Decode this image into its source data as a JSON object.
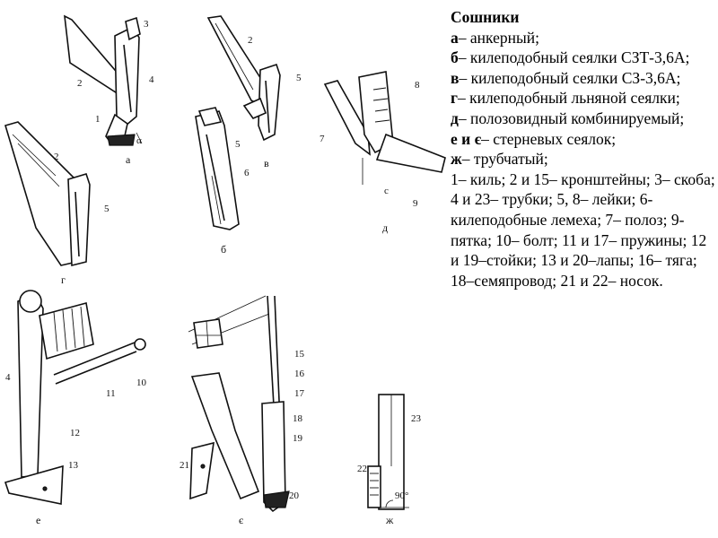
{
  "legend": {
    "title": "Сошники",
    "entries": [
      {
        "key": "а",
        "text": "– анкерный;"
      },
      {
        "key": "б",
        "text": "– килеподобный сеялки СЗТ-3,6А;"
      },
      {
        "key": "в",
        "text": "– килеподобный сеялки СЗ-3,6А;"
      },
      {
        "key": "г",
        "text": "– килеподобный льняной сеялки;"
      },
      {
        "key": "д",
        "text": "– полозовидный комбинируемый;"
      },
      {
        "key": "е и є",
        "text": "– стерневых сеялок;"
      },
      {
        "key": "ж",
        "text": "– трубчатый;"
      }
    ],
    "parts": "1– киль; 2 и 15– кронштейны; 3– скоба; 4 и 23– трубки; 5, 8– лейки; 6- килеподобные лемеха; 7– полоз; 9- пятка; 10– болт; 11 и 17– пружины; 12 и 19–стойки; 13 и 20–лапы; 16– тяга; 18–семяпровод; 21 и 22– носок."
  },
  "figure": {
    "captions": {
      "a": "а",
      "b": "б",
      "v": "в",
      "g": "г",
      "d": "д",
      "e": "е",
      "ye": "є",
      "zh": "ж"
    },
    "labels": {
      "n1": "1",
      "n2a": "2",
      "n3": "3",
      "n4a": "4",
      "alpha": "α",
      "n2v": "2",
      "n5v": "5",
      "n5b": "5",
      "n6": "6",
      "n2g": "2",
      "n5g": "5",
      "n8": "8",
      "n7": "7",
      "n9": "9",
      "c": "с",
      "n4e": "4",
      "n12": "12",
      "n13": "13",
      "n11": "11",
      "n10": "10",
      "n15": "15",
      "n16": "16",
      "n17": "17",
      "n18": "18",
      "n19": "19",
      "n20": "20",
      "n21": "21",
      "n23": "23",
      "n22": "22",
      "deg": "90°"
    }
  }
}
